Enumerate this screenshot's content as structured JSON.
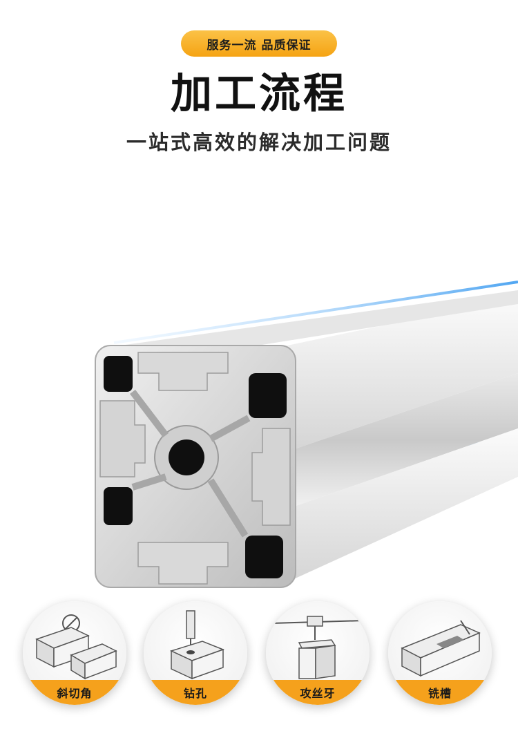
{
  "badge": {
    "text": "服务一流 品质保证"
  },
  "heading": {
    "title": "加工流程",
    "subtitle": "一站式高效的解决加工问题"
  },
  "colors": {
    "accent": "#f5a11c",
    "badge": "#f8b22a",
    "highlight": "#5aa8ee"
  },
  "steps": [
    {
      "label": "斜切角",
      "icon": "miter-cut-icon"
    },
    {
      "label": "钻孔",
      "icon": "drilling-icon"
    },
    {
      "label": "攻丝牙",
      "icon": "tapping-icon"
    },
    {
      "label": "铣槽",
      "icon": "milling-slot-icon"
    }
  ]
}
